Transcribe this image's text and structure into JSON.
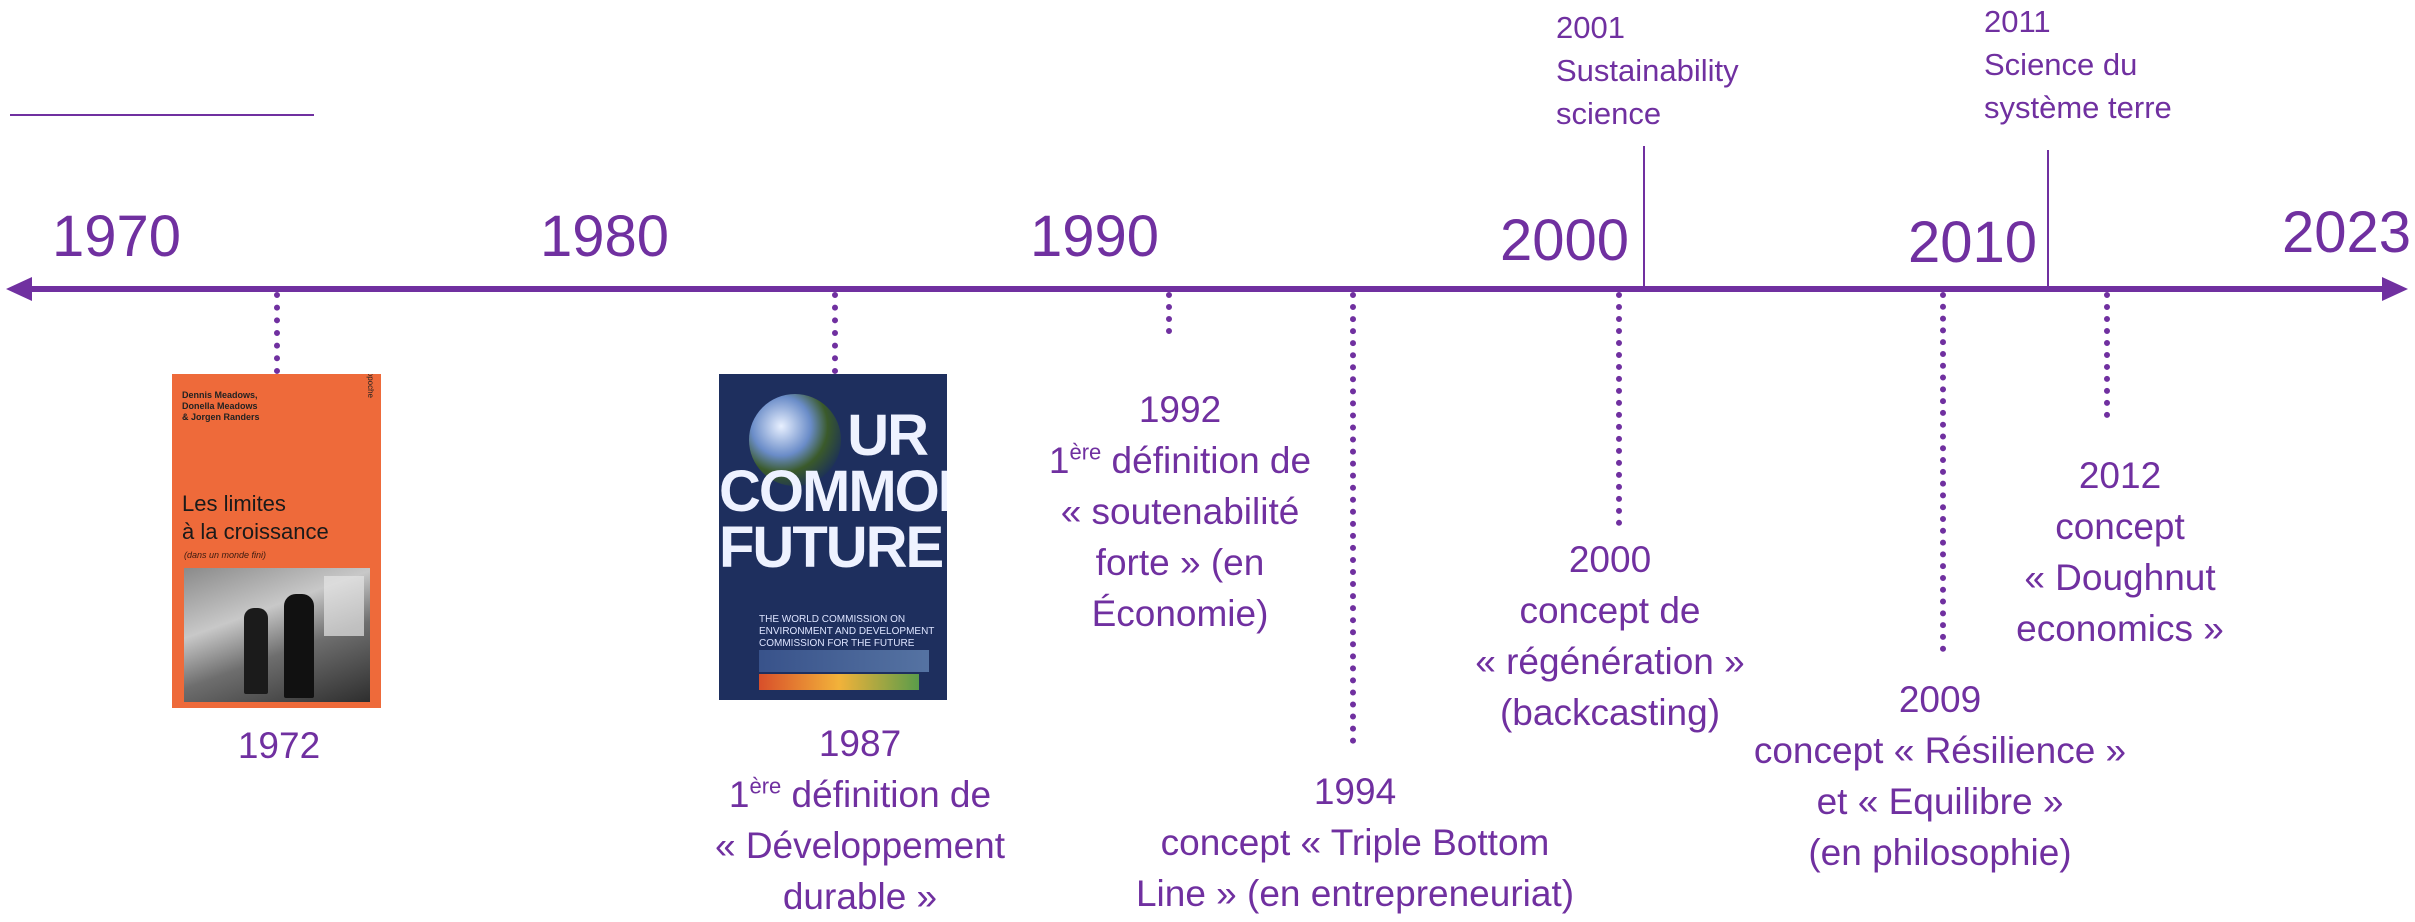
{
  "decades": [
    "1970",
    "1980",
    "1990",
    "2000",
    "2010",
    "2023"
  ],
  "top_events": [
    {
      "year": "2001",
      "line1": "Sustainability",
      "line2": "science"
    },
    {
      "year": "2011",
      "line1": "Science du",
      "line2": "système terre"
    }
  ],
  "events": {
    "e1972": {
      "year": "1972"
    },
    "e1987": {
      "year": "1987",
      "sup": "ère",
      "l1_rest": " définition de",
      "l1_num": "1",
      "l2": "« Développement",
      "l3": "durable »"
    },
    "e1992": {
      "year": "1992",
      "l1_num": "1",
      "sup": "ère",
      "l1_rest": " définition de",
      "l2": "« soutenabilité",
      "l3": "forte » (en",
      "l4": "Économie)"
    },
    "e1994": {
      "year": "1994",
      "l2": "concept « Triple Bottom",
      "l3": "Line » (en entrepreneuriat)"
    },
    "e2000": {
      "year": "2000",
      "l2": "concept de",
      "l3": "« régénération »",
      "l4": "(backcasting)"
    },
    "e2009": {
      "year": "2009",
      "l2": "concept « Résilience »",
      "l3": "et « Equilibre »",
      "l4": "(en philosophie)"
    },
    "e2012": {
      "year": "2012",
      "l2": "concept",
      "l3": "« Doughnut",
      "l4": "economics »"
    }
  },
  "book1": {
    "authors": "Dennis Meadows,\nDonella Meadows\n& Jorgen Randers",
    "publisher": "l'écopoche",
    "title": "Les limites\nà la croissance",
    "subtitle": "(dans un monde fini)"
  },
  "book2": {
    "title": "UR\nCOMMON\nFUTURE",
    "subtitle": "THE WORLD COMMISSION ON\nENVIRONMENT AND DEVELOPMENT\nCOMMISSION FOR THE FUTURE"
  },
  "colors": {
    "accent": "#7030a0",
    "book1": "#ee6a3a",
    "book2": "#1e2f5e"
  }
}
